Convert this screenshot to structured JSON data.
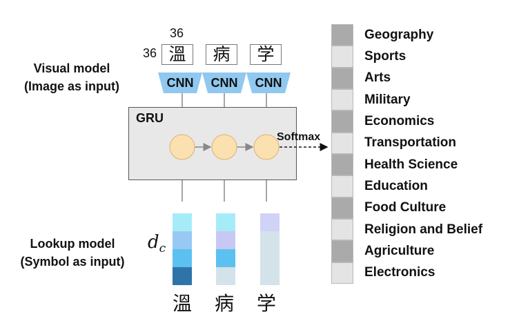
{
  "visual_model": {
    "line1": "Visual model",
    "line2": "(Image as input)"
  },
  "lookup_model": {
    "line1": "Lookup model",
    "line2": "(Symbol as input)"
  },
  "image_size": {
    "width_label": "36",
    "height_label": "36"
  },
  "characters": [
    "溫",
    "病",
    "学"
  ],
  "cnn_label": "CNN",
  "gru_label": "GRU",
  "softmax_label": "Softmax",
  "embedding_dim_symbol": "d",
  "embedding_dim_subscript": "c",
  "categories": [
    "Geography",
    "Sports",
    "Arts",
    "Military",
    "Economics",
    "Transportation",
    "Health Science",
    "Education",
    "Food Culture",
    "Religion and Belief",
    "Agriculture",
    "Electronics"
  ],
  "colors": {
    "cnn_trapezoid": "#90c8f0",
    "gru_node_fill": "#fbe0b0",
    "gru_node_stroke": "#e0b070",
    "gru_box": "#e8e8e8",
    "category_dark": "#aaaaaa",
    "category_light": "#e4e4e4"
  },
  "embeddings": [
    [
      "#a6ecf8",
      "#98c8f4",
      "#5cc0f0",
      "#2f74a8"
    ],
    [
      "#a6ecf8",
      "#c8c8f4",
      "#5cc0f0",
      "#d4e2ea"
    ],
    [
      "#d0d2f6",
      "#d4e2ea",
      "#d4e2ea",
      "#d4e2ea"
    ]
  ]
}
